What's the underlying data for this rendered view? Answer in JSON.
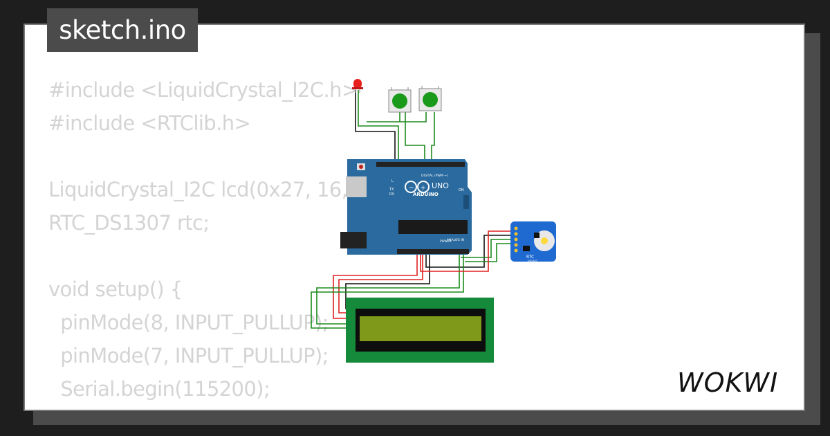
{
  "window": {
    "filename": "sketch.ino"
  },
  "code_lines": [
    "#include <LiquidCrystal_I2C.h>",
    "#include <RTClib.h>",
    "",
    "LiquidCrystal_I2C lcd(0x27, 16, 2);",
    "RTC_DS1307 rtc;",
    "",
    "void setup() {",
    "  pinMode(8, INPUT_PULLUP);",
    "  pinMode(7, INPUT_PULLUP);",
    "  Serial.begin(115200);"
  ],
  "brand": {
    "logo_text": "WOKWI"
  },
  "arduino": {
    "model_label": "UNO",
    "brand_label": "ARDUINO",
    "digital_label": "DIGITAL (PWM ~)",
    "power_label": "POWER",
    "analog_label": "ANALOG IN",
    "tx_label": "TX",
    "rx_label": "RX",
    "l_label": "L",
    "on_label": "ON",
    "board_color": "#2a6a9e"
  },
  "rtc_module": {
    "label": "RTC",
    "sublabel": "DS1307"
  },
  "colors": {
    "background": "#1e1e1e",
    "card_shadow": "#4b4b4b",
    "code_text": "#d4d4d4",
    "wire_green": "#1a8a1a",
    "wire_red": "#e02020",
    "wire_black": "#111111",
    "lcd_screen": "#7f9a1a",
    "button_green": "#1a9a1a"
  }
}
